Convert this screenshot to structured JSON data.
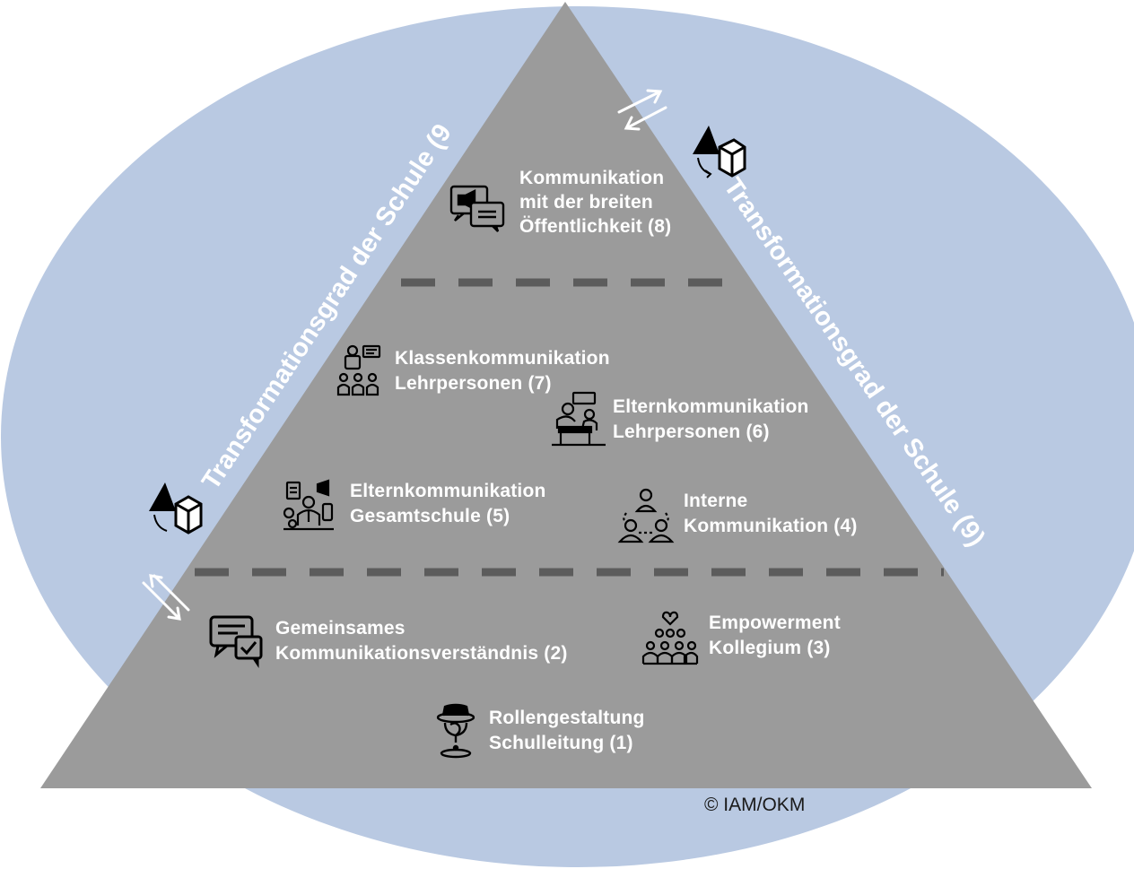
{
  "colors": {
    "ellipse": "#b9c9e2",
    "pyramid": "#9b9b9b",
    "divider": "#5c5c5c",
    "text": "#ffffff"
  },
  "side_labels": {
    "left": "Transformationsgrad der Schule (9)",
    "right": "Transformationsgrad der Schule (9)"
  },
  "items": {
    "oeffentlichkeit": {
      "lines": [
        "Kommunikation",
        "mit der breiten",
        "Öffentlichkeit (8)"
      ],
      "icon": "megaphone-chat-icon"
    },
    "klassen": {
      "lines": [
        "Klassenkommunikation",
        "Lehrpersonen (7)"
      ],
      "icon": "teacher-class-icon"
    },
    "eltern_lehr": {
      "lines": [
        "Elternkommunikation",
        "Lehrpersonen (6)"
      ],
      "icon": "desk-meeting-icon"
    },
    "eltern_gesamt": {
      "lines": [
        "Elternkommunikation",
        "Gesamtschule (5)"
      ],
      "icon": "multichannel-person-icon"
    },
    "intern": {
      "lines": [
        "Interne",
        "Kommunikation (4)"
      ],
      "icon": "team-circle-icon"
    },
    "empowerment": {
      "lines": [
        "Empowerment",
        "Kollegium (3)"
      ],
      "icon": "group-heart-icon"
    },
    "gemeinsam": {
      "lines": [
        "Gemeinsames",
        "Kommunikationsverständnis (2)"
      ],
      "icon": "chat-check-icon"
    },
    "rolle": {
      "lines": [
        "Rollengestaltung",
        "Schulleitung (1)"
      ],
      "icon": "hat-person-icon"
    }
  },
  "copyright": "© IAM/OKM",
  "decor_icons": [
    "transform-shapes-icon",
    "exchange-arrows-icon"
  ]
}
